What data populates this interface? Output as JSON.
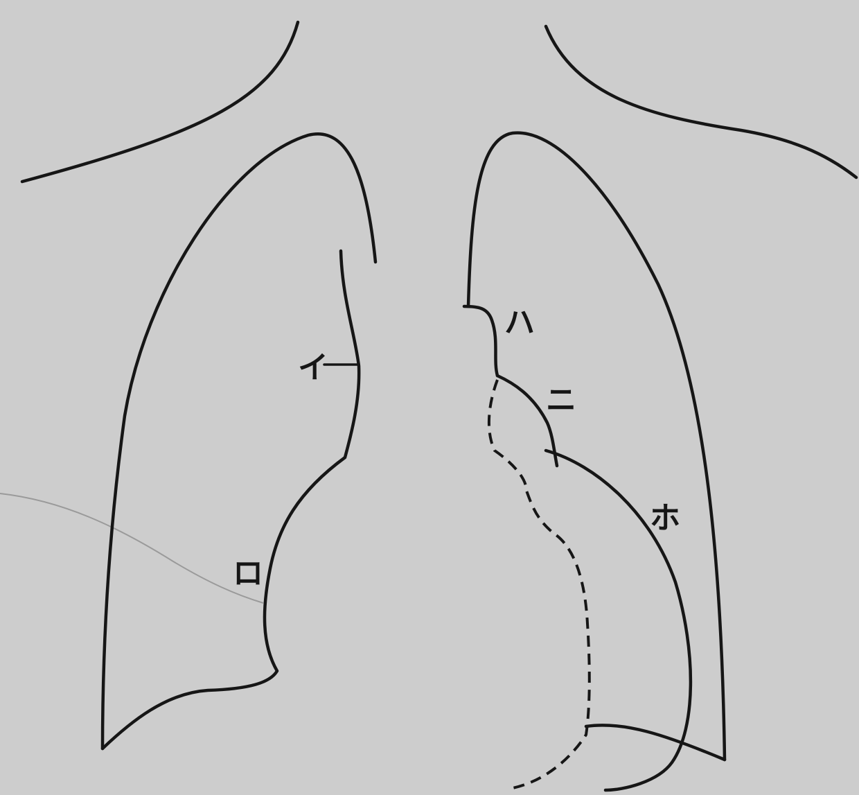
{
  "figure": {
    "labels": {
      "i": "イ",
      "ro": "ロ",
      "ha": "ハ",
      "ni": "ニ",
      "ho": "ホ"
    },
    "colors": {
      "paper": "#cdcdcd",
      "ink": "#161616"
    }
  }
}
